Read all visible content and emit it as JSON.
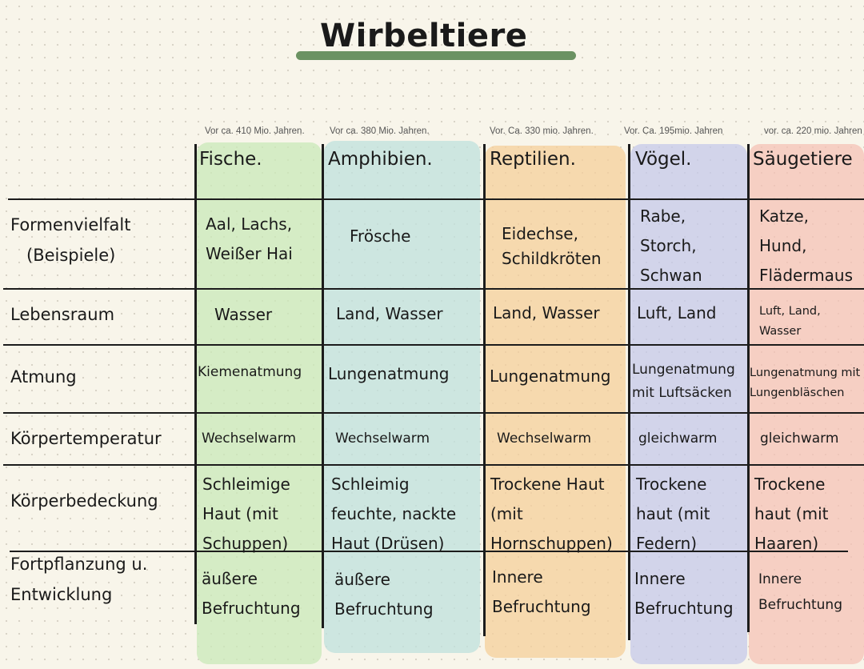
{
  "title": "Wirbeltiere",
  "colors": {
    "fische": "#c9e8b8",
    "amphibien": "#bfe0dc",
    "reptilien": "#f5cf99",
    "voegel": "#c5c8ea",
    "saeugetiere": "#f6c1b6",
    "title_underline": "#6b9262"
  },
  "columns": [
    {
      "era": "Vor ca. 410 Mio. Jahren.",
      "name": "Fische."
    },
    {
      "era": "Vor ca. 380 Mio. Jahren.",
      "name": "Amphibien."
    },
    {
      "era": "Vor. Ca. 330 mio. Jahren.",
      "name": "Reptilien."
    },
    {
      "era": "Vor. Ca. 195mio. Jahren",
      "name": "Vögel."
    },
    {
      "era": "vor. ca. 220 mio. Jahren",
      "name": "Säugetiere"
    }
  ],
  "rows": [
    {
      "label": [
        "Formenvielfalt",
        "(Beispiele)"
      ],
      "cells": [
        [
          "Aal, Lachs,",
          "Weißer Hai"
        ],
        [
          "Frösche"
        ],
        [
          "Eidechse,",
          "Schildkröten"
        ],
        [
          "Rabe,",
          "Storch,",
          "Schwan"
        ],
        [
          "Katze,",
          "Hund,",
          "Flädermaus"
        ]
      ]
    },
    {
      "label": [
        "Lebensraum"
      ],
      "cells": [
        [
          "Wasser"
        ],
        [
          "Land, Wasser"
        ],
        [
          "Land, Wasser"
        ],
        [
          "Luft, Land"
        ],
        [
          "Luft, Land,",
          "Wasser"
        ]
      ]
    },
    {
      "label": [
        "Atmung"
      ],
      "cells": [
        [
          "Kiemenatmung"
        ],
        [
          "Lungenatmung"
        ],
        [
          "Lungenatmung"
        ],
        [
          "Lungenatmung",
          "mit Luftsäcken"
        ],
        [
          "Lungenatmung mit",
          "Lungenbläschen"
        ]
      ]
    },
    {
      "label": [
        "Körpertemperatur"
      ],
      "cells": [
        [
          "Wechselwarm"
        ],
        [
          "Wechselwarm"
        ],
        [
          "Wechselwarm"
        ],
        [
          "gleichwarm"
        ],
        [
          "gleichwarm"
        ]
      ]
    },
    {
      "label": [
        "Körperbedeckung"
      ],
      "cells": [
        [
          "Schleimige",
          "Haut (mit",
          "Schuppen)"
        ],
        [
          "Schleimig",
          "feuchte, nackte",
          "Haut (Drüsen)"
        ],
        [
          "Trockene Haut",
          "(mit",
          "Hornschuppen)"
        ],
        [
          "Trockene",
          "haut (mit",
          "Federn)"
        ],
        [
          "Trockene",
          "haut (mit",
          "Haaren)"
        ]
      ]
    },
    {
      "label": [
        "Fortpflanzung u.",
        "Entwicklung"
      ],
      "cells": [
        [
          "äußere",
          "Befruchtung"
        ],
        [
          "äußere",
          "Befruchtung"
        ],
        [
          "Innere",
          "Befruchtung"
        ],
        [
          "Innere",
          "Befruchtung"
        ],
        [
          "Innere",
          "Befruchtung"
        ]
      ]
    }
  ]
}
